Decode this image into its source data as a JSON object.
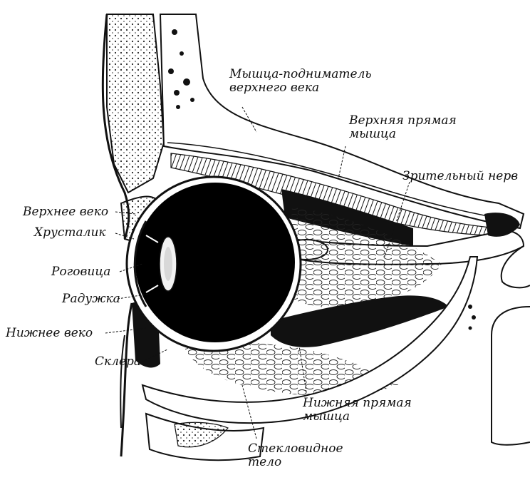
{
  "figure": {
    "labels": {
      "levator": [
        "Мышца-подниматель",
        "верхнего века"
      ],
      "superior_rectus": [
        "Верхняя прямая",
        "мышца"
      ],
      "optic_nerve": [
        "Зрительный нерв"
      ],
      "upper_eyelid": [
        "Верхнее веко"
      ],
      "lens": [
        "Хрусталик"
      ],
      "cornea": [
        "Роговица"
      ],
      "iris": [
        "Радужка"
      ],
      "lower_eyelid": [
        "Нижнее веко"
      ],
      "sclera": [
        "Склера"
      ],
      "inferior_rectus": [
        "Нижняя прямая",
        "мышца"
      ],
      "vitreous": [
        "Стекловидное",
        "тело"
      ]
    },
    "colors": {
      "ink": "#111111",
      "paper": "#ffffff"
    }
  }
}
